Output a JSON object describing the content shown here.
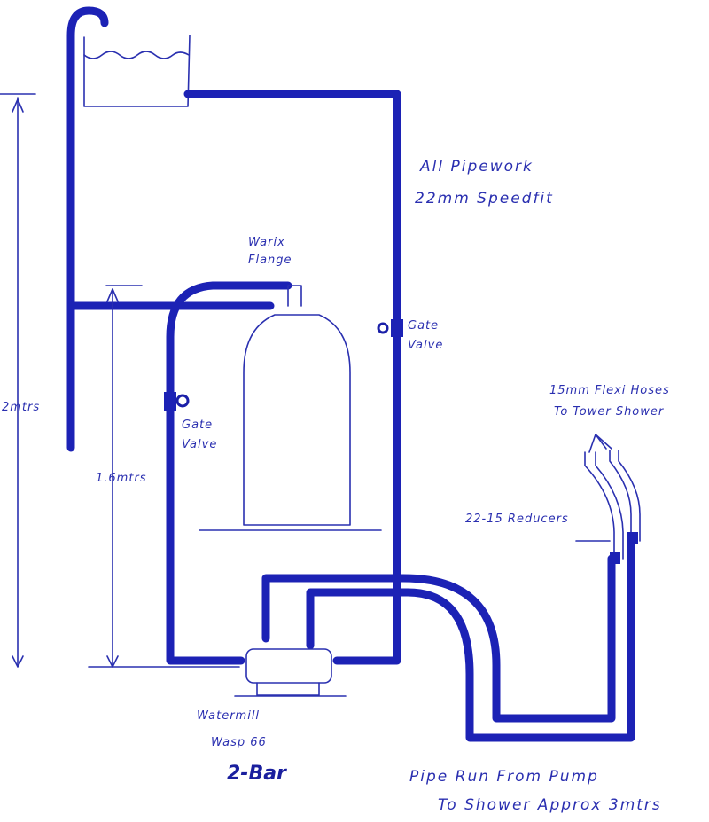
{
  "labels": {
    "pipework_line1": "All Pipework",
    "pipework_line2": "22mm Speedfit",
    "flange_line1": "Warix",
    "flange_line2": "Flange",
    "gate_valve_right_line1": "Gate",
    "gate_valve_right_line2": "Valve",
    "gate_valve_left_line1": "Gate",
    "gate_valve_left_line2": "Valve",
    "height_total": "2mtrs",
    "height_inner": "1.6mtrs",
    "flexi_line1": "15mm Flexi Hoses",
    "flexi_line2": "To Tower Shower",
    "reducers": "22-15 Reducers",
    "pump_line1": "Watermill",
    "pump_line2": "Wasp 66",
    "pump_line3": "2-Bar",
    "run_line1": "Pipe Run From Pump",
    "run_line2": "To Shower Approx 3mtrs"
  },
  "colors": {
    "ink": "#1c22b5"
  }
}
